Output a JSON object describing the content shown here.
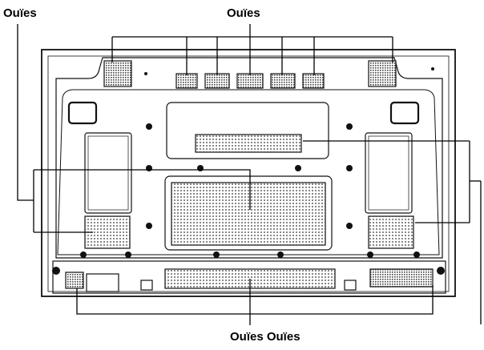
{
  "labels": {
    "top_left": "Ouïes",
    "top_center": "Ouïes",
    "bottom_center": "Ouïes Ouïes"
  },
  "colors": {
    "line": "#111111",
    "panel": "#ffffff",
    "grille": "#555555"
  }
}
